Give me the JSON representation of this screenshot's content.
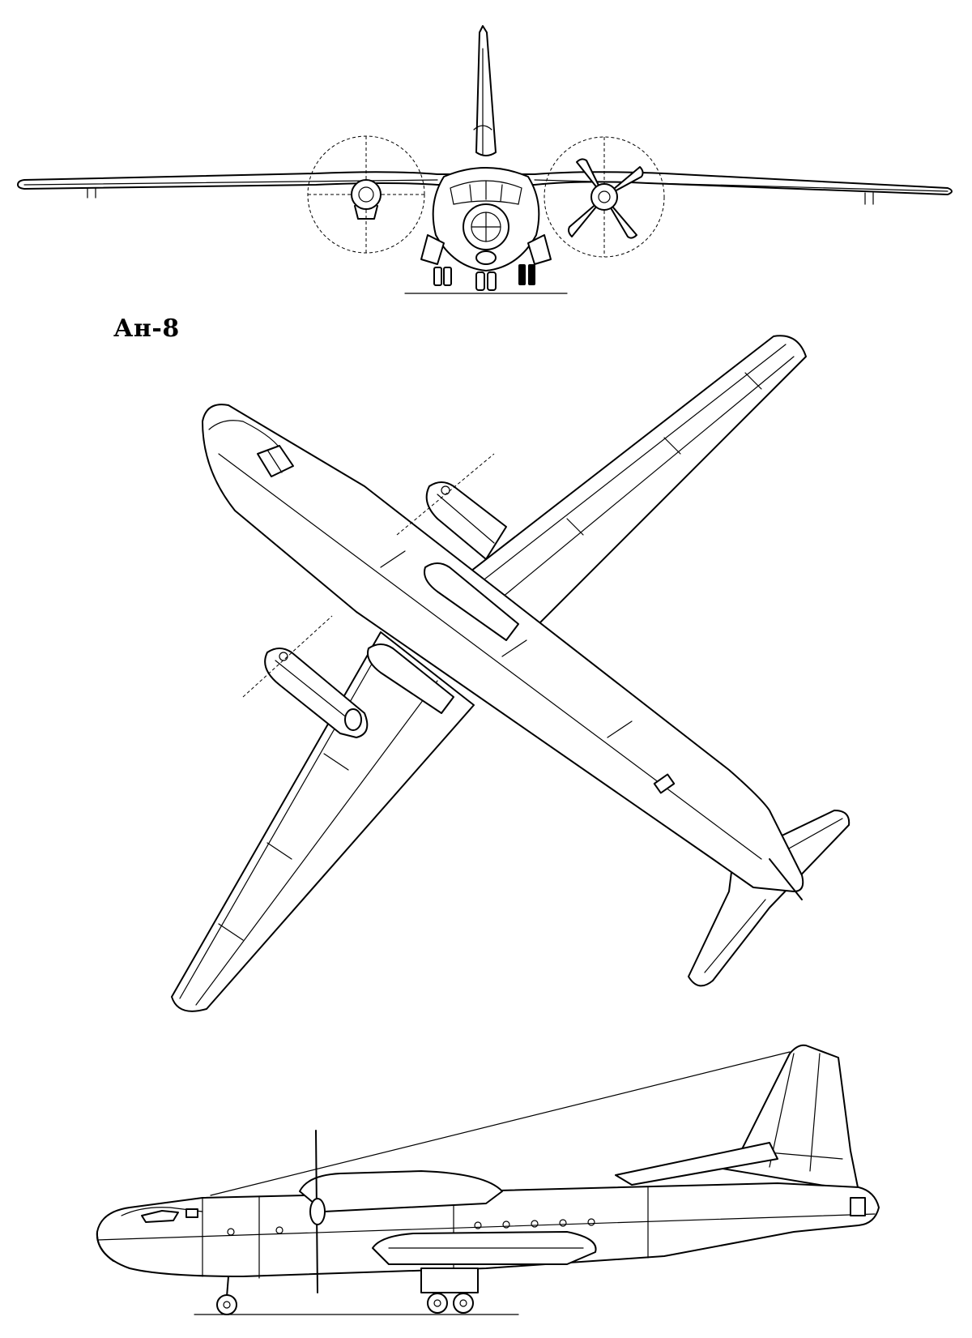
{
  "drawing": {
    "title": "Ан-8",
    "views": [
      {
        "id": "front-view"
      },
      {
        "id": "top-view"
      },
      {
        "id": "side-view"
      }
    ],
    "line_color": "#000000",
    "background_color": "#ffffff"
  }
}
